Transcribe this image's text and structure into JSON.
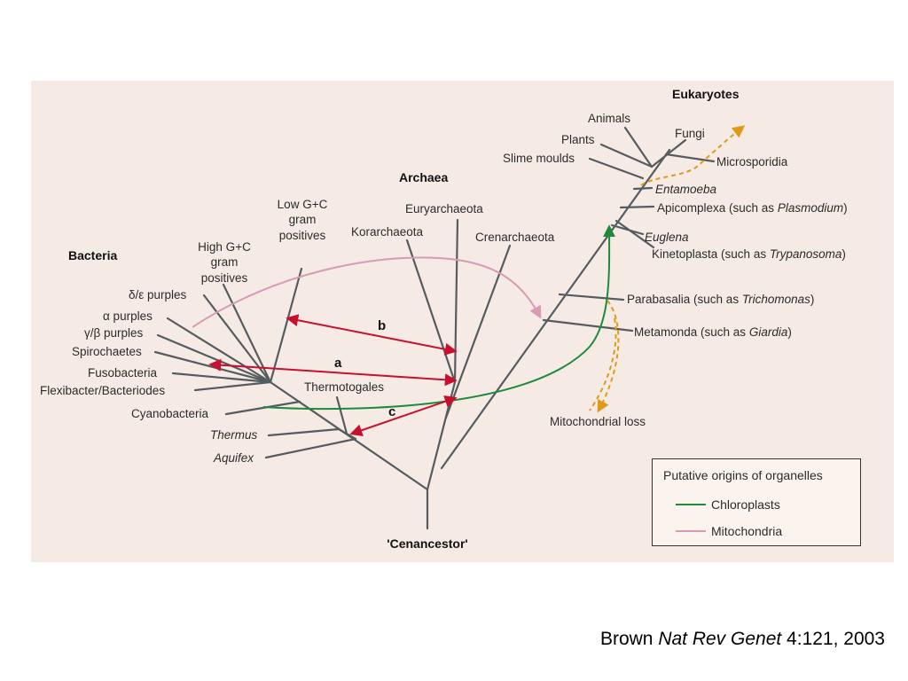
{
  "groups": {
    "bacteria": "Bacteria",
    "archaea": "Archaea",
    "eukaryotes": "Eukaryotes",
    "root": "'Cenancestor'"
  },
  "bacteria_taxa": {
    "high_gc_1": "High G+C",
    "high_gc_2": "gram",
    "high_gc_3": "positives",
    "low_gc_1": "Low G+C",
    "low_gc_2": "gram",
    "low_gc_3": "positives",
    "delta_eps": "δ/ε purples",
    "alpha": "α purples",
    "gamma_beta": "γ/β purples",
    "spirochaetes": "Spirochaetes",
    "fusobacteria": "Fusobacteria",
    "flexibacter": "Flexibacter/Bacteriodes",
    "cyanobacteria": "Cyanobacteria",
    "thermotogales": "Thermotogales",
    "thermus": "Thermus",
    "aquifex": "Aquifex"
  },
  "archaea_taxa": {
    "euryarchaeota": "Euryarchaeota",
    "korarchaeota": "Korarchaeota",
    "crenarchaeota": "Crenarchaeota"
  },
  "eukaryote_taxa": {
    "animals": "Animals",
    "fungi": "Fungi",
    "plants": "Plants",
    "slime_moulds": "Slime moulds",
    "microsporidia": "Microsporidia",
    "entamoeba": "Entamoeba",
    "apicomplexa_pre": "Apicomplexa (such as ",
    "apicomplexa_it": "Plasmodium",
    "apicomplexa_post": ")",
    "euglena": "Euglena",
    "kinetoplasta_pre": "Kinetoplasta (such as ",
    "kinetoplasta_it": "Trypanosoma",
    "kinetoplasta_post": ")",
    "parabasalia_pre": "Parabasalia (such as ",
    "parabasalia_it": "Trichomonas",
    "parabasalia_post": ")",
    "metamonda_pre": "Metamonda (such as ",
    "metamonda_it": "Giardia",
    "metamonda_post": ")",
    "mito_loss": "Mitochondrial loss"
  },
  "transfer_arrows": {
    "a": "a",
    "b": "b",
    "c": "c"
  },
  "legend": {
    "title": "Putative origins of organelles",
    "items": [
      {
        "label": "Chloroplasts",
        "color": "#1e8a3c"
      },
      {
        "label": "Mitochondria",
        "color": "#d99ab4"
      }
    ]
  },
  "colors": {
    "transfer": "#c8102e",
    "loss": "#e09a1a",
    "branch": "#555c60",
    "panel": "#f5ebe4"
  },
  "citation": {
    "author": "Brown ",
    "journal": "Nat Rev Genet",
    "ref": " 4:121, 2003"
  }
}
